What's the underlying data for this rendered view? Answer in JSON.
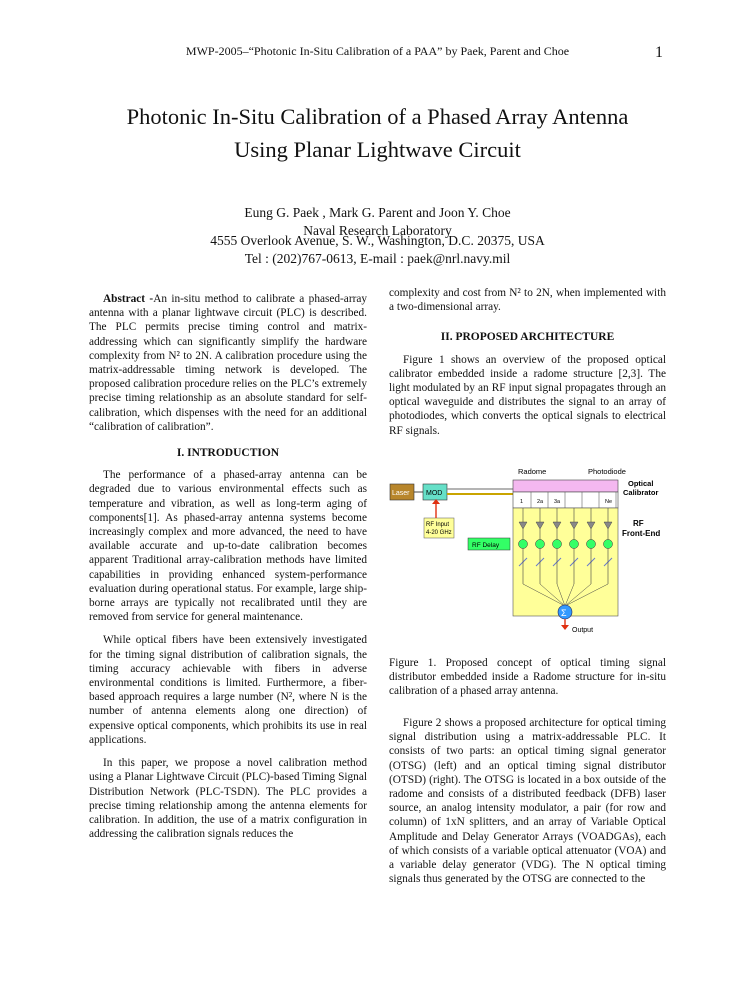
{
  "header": {
    "running_title": "MWP-2005–“Photonic In-Situ Calibration of a PAA” by Paek, Parent and Choe",
    "page_number": "1"
  },
  "title": {
    "line1": "Photonic In-Situ Calibration of a Phased Array Antenna",
    "line2": "Using Planar Lightwave Circuit"
  },
  "authors": {
    "names": "Eung G. Paek , Mark G. Parent  and  Joon Y. Choe",
    "affiliation": "Naval Research Laboratory",
    "address": "4555 Overlook Avenue, S. W., Washington, D.C. 20375, USA",
    "contact": "Tel : (202)767-0613, E-mail : paek@nrl.navy.mil"
  },
  "abstract": {
    "label": "Abstract -",
    "text": "An in-situ method to calibrate a phased-array antenna with a planar lightwave circuit (PLC) is described. The PLC permits precise timing control and matrix-addressing which can significantly simplify the hardware complexity from N² to 2N. A calibration procedure using the matrix-addressable timing network is developed. The proposed calibration procedure relies on the PLC’s extremely precise timing relationship as an absolute standard for self-calibration, which dispenses with the need for an additional “calibration of calibration”."
  },
  "intro": {
    "heading": "I. INTRODUCTION",
    "p1": "The performance of a phased-array antenna can be degraded due to various environmental effects such as temperature and vibration, as well as long-term aging of components[1]. As phased-array antenna systems become increasingly complex and more advanced, the need to have available accurate and up-to-date calibration becomes apparent Traditional array-calibration methods have limited capabilities in providing enhanced system-performance evaluation during operational status. For example, large ship-borne arrays are typically not recalibrated until they are removed from service for general maintenance.",
    "p2": "While optical fibers have been extensively investigated for the timing signal distribution of calibration signals, the timing accuracy achievable with fibers in adverse environmental conditions is limited. Furthermore, a fiber-based approach requires a large number (N², where N is the number of antenna elements along one direction) of expensive optical components, which prohibits its use in real applications.",
    "p3": "In this paper, we propose a novel calibration method using a Planar Lightwave Circuit (PLC)-based Timing Signal Distribution Network (PLC-TSDN). The PLC provides a precise timing relationship among the antenna elements for calibration. In addition, the use of a matrix configuration in addressing the calibration signals reduces the"
  },
  "right_col": {
    "cont": "complexity and cost from N² to 2N, when implemented with a two-dimensional array.",
    "heading": "II. PROPOSED ARCHITECTURE",
    "p1": "Figure 1 shows an overview of the proposed optical calibrator embedded inside a radome structure [2,3]. The light modulated by an RF input signal propagates through an optical waveguide and distributes the signal to an array of photodiodes, which converts the optical signals to electrical RF signals.",
    "caption": "Figure 1.  Proposed concept of optical timing signal distributor embedded inside a Radome structure for in-situ calibration of a phased array antenna.",
    "p2": "Figure 2 shows a proposed architecture for optical timing signal distribution using a matrix-addressable PLC. It consists of two parts: an optical timing signal generator (OTSG) (left) and an optical timing signal distributor (OTSD) (right). The OTSG is located in a box outside of the radome and consists of a distributed feedback (DFB) laser source, an analog intensity modulator, a pair (for row and column) of 1xN splitters, and an array of Variable Optical Amplitude and Delay Generator Arrays (VOADGAs), each of which consists of a variable optical attenuator (VOA) and a  variable delay generator (VDG). The N optical timing signals thus generated by the OTSG are connected to the"
  },
  "figure": {
    "radome": "Radome",
    "photodiode": "Photodiode",
    "optical": "Optical",
    "calibrator": "Calibrator",
    "laser": "Laser",
    "mod": "MOD",
    "rf_input": "RF Input",
    "rf_range": "4-20 GHz",
    "rf_delay": "RF Delay",
    "rf": "RF",
    "front_end": "Front-End",
    "output": "Output",
    "sigma": "Σ",
    "pd_labels": [
      "1",
      "2a",
      "3a",
      "",
      "",
      "Ne"
    ],
    "colors": {
      "laser_box": "#b8862b",
      "mod_box": "#66e0c8",
      "calibrator_bar": "#f4b8f0",
      "frontend_box": "#ffff99",
      "rf_delay_box": "#33ff66",
      "output_arrow": "#e03010",
      "sum_node": "#3399ff"
    }
  }
}
